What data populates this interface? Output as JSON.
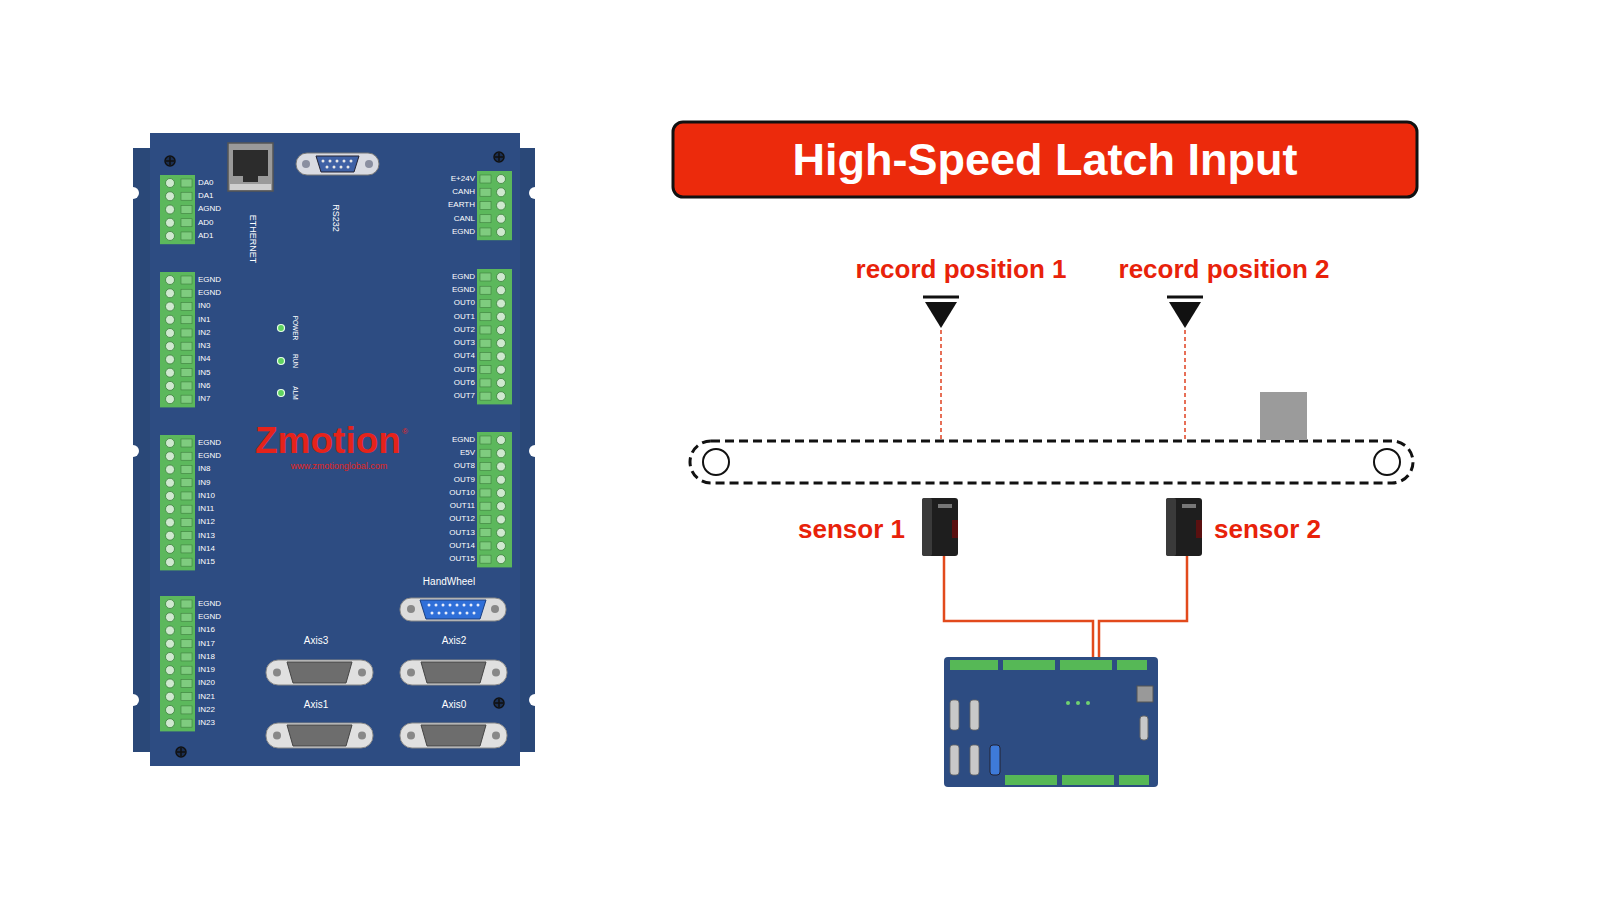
{
  "diagram": {
    "title": "High-Speed Latch Input",
    "labels": [
      "DA0",
      "DA1",
      "AGND",
      "AD0",
      "AD1",
      "EGND",
      "EGND",
      "IN0",
      "IN1",
      "IN2",
      "IN3",
      "IN4",
      "IN5",
      "IN6",
      "IN7",
      "EGND",
      "EGND",
      "IN8",
      "IN9",
      "IN10",
      "IN11",
      "IN12",
      "IN13",
      "IN14",
      "IN15",
      "EGND",
      "EGND",
      "IN16",
      "IN17",
      "IN18",
      "IN19",
      "IN20",
      "IN21",
      "IN22",
      "IN23",
      "E+24V",
      "CANH",
      "EARTH",
      "CANL",
      "EGND",
      "EGND",
      "EGND",
      "OUT0",
      "OUT1",
      "OUT2",
      "OUT3",
      "OUT4",
      "OUT5",
      "OUT6",
      "OUT7",
      "EGND",
      "E5V",
      "OUT8",
      "OUT9",
      "OUT10",
      "OUT11",
      "OUT12",
      "OUT13",
      "OUT14",
      "OUT15",
      "ETHERNET",
      "RS232",
      "POWER",
      "RUN",
      "ALM",
      "Zmotion",
      "®",
      "www.zmotionglobal.com",
      "HandWheel",
      "Axis3",
      "Axis2",
      "Axis1",
      "Axis0",
      "record position 1",
      "record position 2",
      "sensor 1",
      "sensor 2"
    ]
  }
}
